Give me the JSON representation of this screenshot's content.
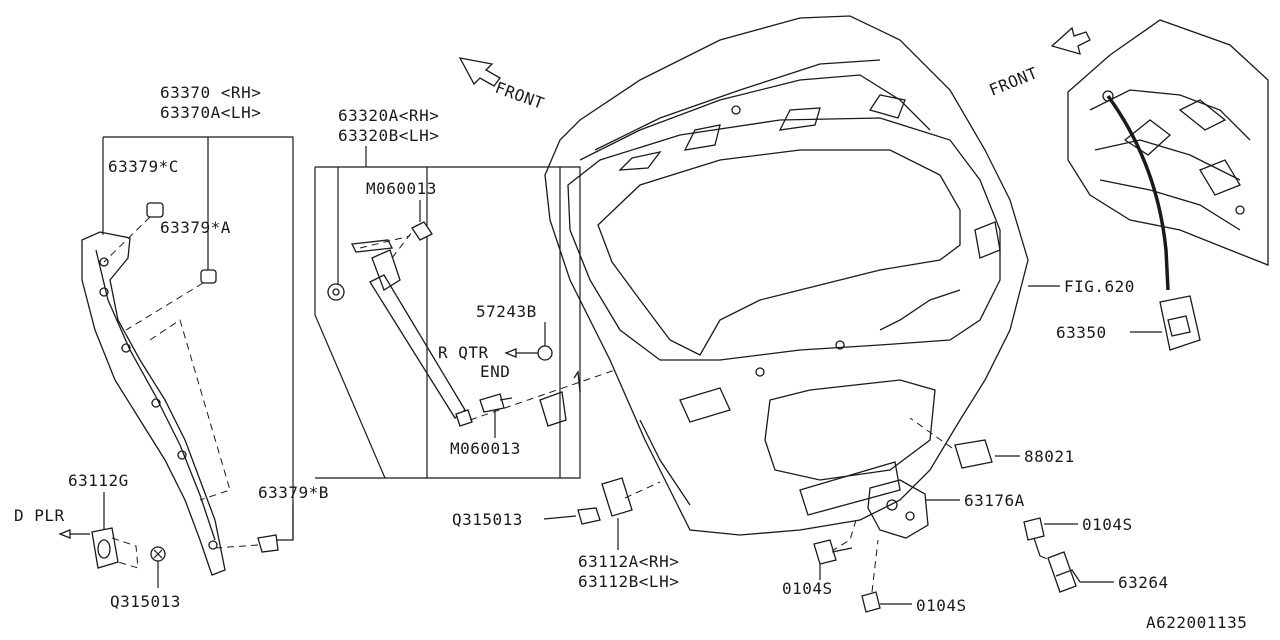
{
  "diagram_id": "A622001135",
  "front_labels": [
    "FRONT",
    "FRONT"
  ],
  "callouts": {
    "p63370_rh": "63370 <RH>",
    "p63370_lh": "63370A<LH>",
    "p63379c": "63379*C",
    "p63379a": "63379*A",
    "p63379b": "63379*B",
    "p63320_rh": "63320A<RH>",
    "p63320_lh": "63320B<LH>",
    "m060013_top": "M060013",
    "m060013_bottom": "M060013",
    "p57243b": "57243B",
    "r_qtr": "R QTR",
    "r_qtr_end": "END",
    "fig620": "FIG.620",
    "p63350": "63350",
    "p88021": "88021",
    "p63176a": "63176A",
    "p0104s_right": "0104S",
    "p0104s_left": "0104S",
    "p0104s_bottom": "0104S",
    "p63264": "63264",
    "p63112g": "63112G",
    "d_plr": "D PLR",
    "q315013_left": "Q315013",
    "q315013_mid": "Q315013",
    "p63112a": "63112A<RH>",
    "p63112b": "63112B<LH>"
  }
}
